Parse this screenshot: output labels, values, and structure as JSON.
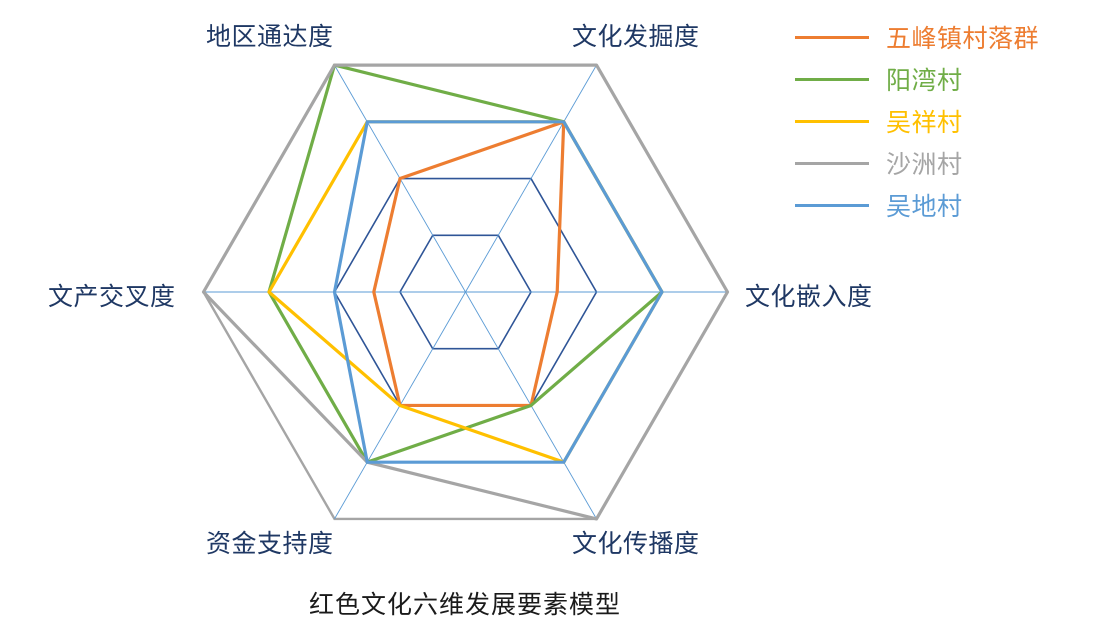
{
  "chart_data": {
    "type": "radar",
    "title": "红色文化六维发展要素模型",
    "axes": [
      "文化发掘度",
      "文化嵌入度",
      "文化传播度",
      "资金支持度",
      "文产交叉度",
      "地区通达度"
    ],
    "scale": {
      "min": 0,
      "max": 4,
      "rings": 4
    },
    "grid": true,
    "legend_position": "right",
    "series": [
      {
        "name": "五峰镇村落群",
        "color": "#ED7D31",
        "values": [
          3.0,
          1.4,
          2.0,
          2.0,
          1.4,
          2.0
        ]
      },
      {
        "name": "阳湾村",
        "color": "#70AD47",
        "values": [
          3.0,
          3.0,
          2.0,
          3.0,
          3.0,
          4.0
        ]
      },
      {
        "name": "吴祥村",
        "color": "#FFC000",
        "values": [
          3.0,
          3.0,
          3.0,
          2.0,
          3.0,
          3.0
        ]
      },
      {
        "name": "沙洲村",
        "color": "#A5A5A5",
        "values": [
          4.0,
          4.0,
          4.0,
          3.0,
          4.0,
          4.0
        ]
      },
      {
        "name": "吴地村",
        "color": "#5B9BD5",
        "values": [
          3.0,
          3.0,
          3.0,
          3.0,
          2.0,
          3.0
        ]
      }
    ],
    "colors": {
      "grid_outer": "#A5A5A5",
      "grid_inner": "#5B9BD5",
      "grid_mid": "#2F5597",
      "axis_label": "#1F3864",
      "title": "#1a1a1a"
    }
  },
  "axis_labels": {
    "top_right": "文化发掘度",
    "right": "文化嵌入度",
    "bottom_right": "文化传播度",
    "bottom_left": "资金支持度",
    "left": "文产交叉度",
    "top_left": "地区通达度"
  },
  "legend": {
    "items": [
      {
        "label": "五峰镇村落群",
        "color": "#ED7D31"
      },
      {
        "label": "阳湾村",
        "color": "#70AD47"
      },
      {
        "label": "吴祥村",
        "color": "#FFC000"
      },
      {
        "label": "沙洲村",
        "color": "#A5A5A5"
      },
      {
        "label": "吴地村",
        "color": "#5B9BD5"
      }
    ]
  },
  "title": "红色文化六维发展要素模型"
}
